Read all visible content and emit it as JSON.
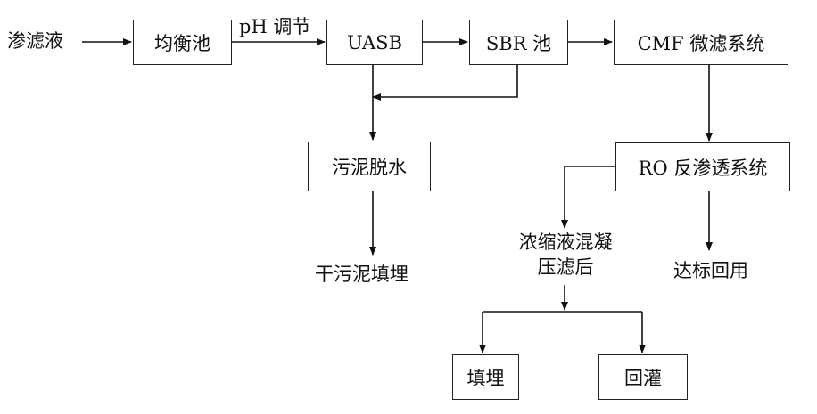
{
  "nodes": {
    "leachate": "渗滤液",
    "equalization_tank": "均衡池",
    "ph_adjust": "pH 调节",
    "uasb": "UASB",
    "sbr_tank": "SBR 池",
    "cmf": "CMF 微滤系统",
    "sludge_dewatering": "污泥脱水",
    "ro": "RO 反渗透系统",
    "dry_sludge_landfill": "干污泥填埋",
    "concentrate_line1": "浓缩液混凝",
    "concentrate_line2": "压滤后",
    "discharge_reuse": "达标回用",
    "landfill": "填埋",
    "recharge": "回灌"
  }
}
